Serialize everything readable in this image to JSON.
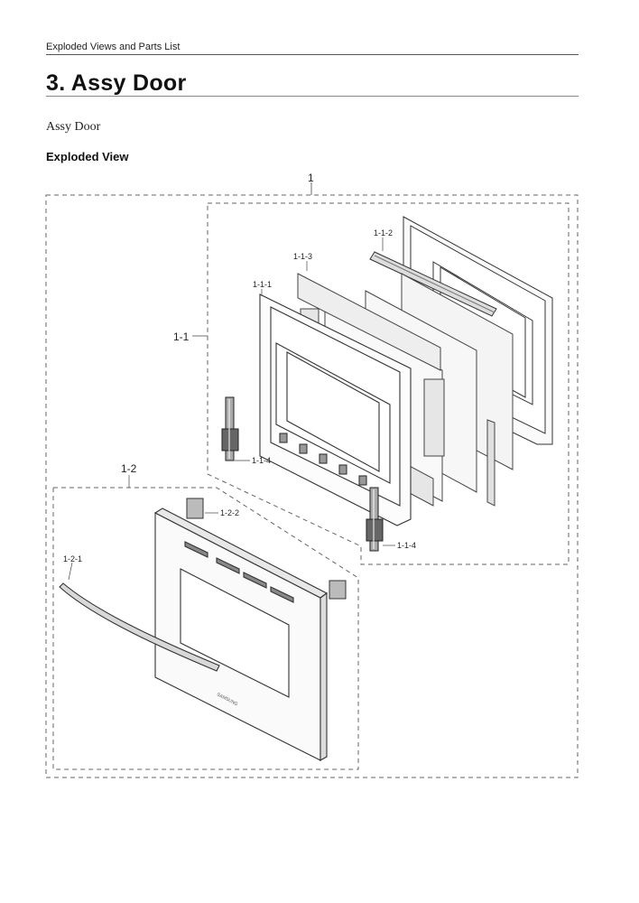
{
  "header": {
    "text": "Exploded Views and Parts List"
  },
  "title": "3.  Assy Door",
  "subtitle": "Assy Door",
  "section_label": "Exploded View",
  "brand_mark": "SAMSUNG",
  "callouts": {
    "p1": "1",
    "p1_1": "1-1",
    "p1_2": "1-2",
    "p1_1_1": "1-1-1",
    "p1_1_2": "1-1-2",
    "p1_1_3": "1-1-3",
    "p1_1_4a": "1-1-4",
    "p1_1_4b": "1-1-4",
    "p1_2_1": "1-2-1",
    "p1_2_2": "1-2-2"
  }
}
